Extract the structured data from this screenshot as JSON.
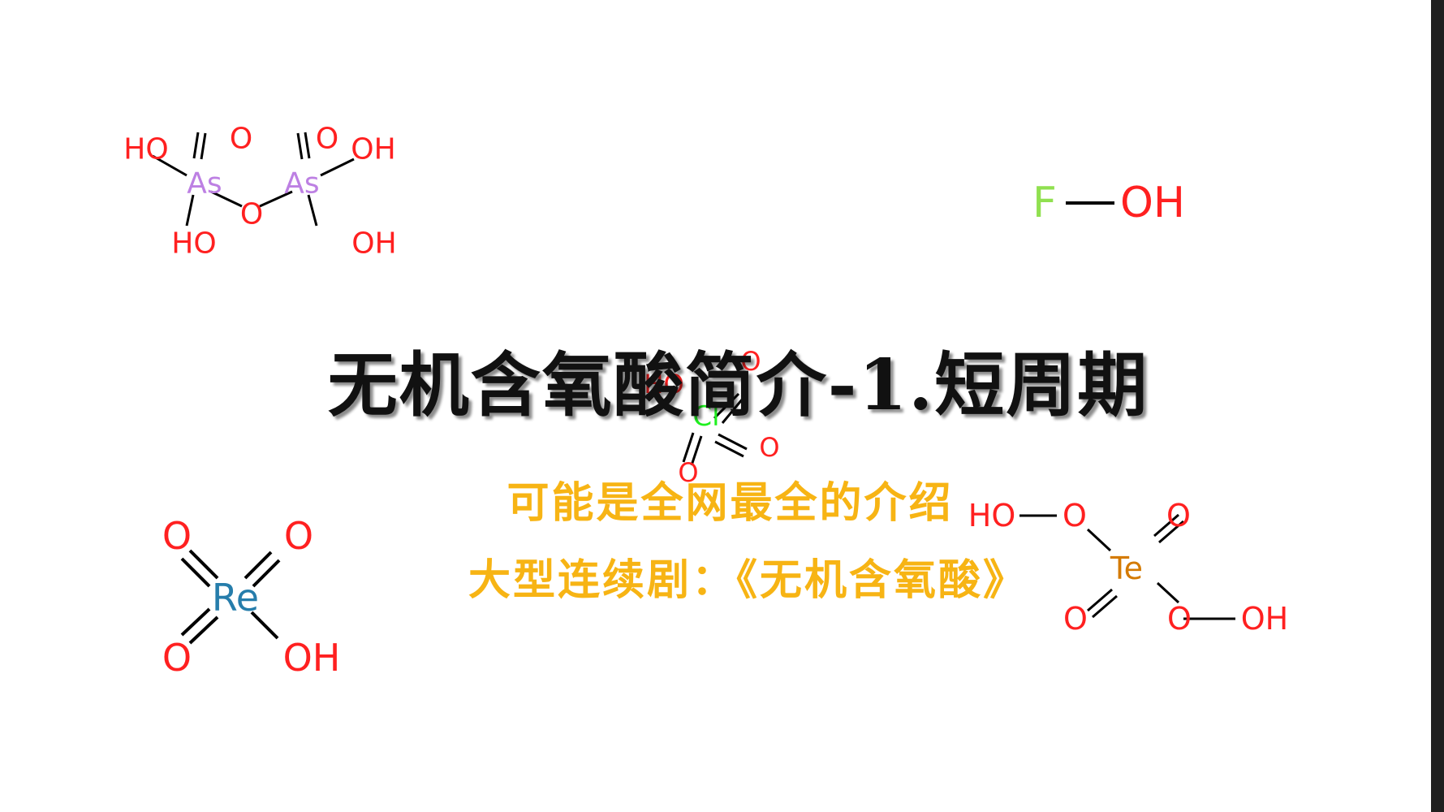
{
  "title": "无机含氧酸简介-1.短周期",
  "subtitle_1": "可能是全网最全的介绍",
  "subtitle_2": "大型连续剧：《无机含氧酸》",
  "molecules": {
    "pyroarsenic": {
      "atoms": {
        "o_top_left": "O",
        "o_top_right": "O",
        "ho_upper_left": "HO",
        "oh_upper_right": "OH",
        "as_left": "As",
        "as_right": "As",
        "o_bridge": "O",
        "ho_lower_left": "HO",
        "oh_lower_right": "OH"
      }
    },
    "hypofluorous": {
      "atoms": {
        "f": "F",
        "oh": "OH"
      }
    },
    "perchloric": {
      "atoms": {
        "h_left": "HO",
        "o_top": "O",
        "cl": "Cl",
        "o_right": "O",
        "o_bottom": "O"
      }
    },
    "perrhenic": {
      "atoms": {
        "o_top_left": "O",
        "o_top_right": "O",
        "re": "Re",
        "o_bottom_left": "O",
        "oh": "OH"
      }
    },
    "peroxytelluric": {
      "atoms": {
        "ho_left": "HO",
        "o_left": "O",
        "o_top_right": "O",
        "te": "Te",
        "o_bottom_left": "O",
        "o_bottom_right": "O",
        "oh_right": "OH"
      }
    }
  },
  "colors": {
    "oxygen": "#ff2020",
    "arsenic": "#bd80e3",
    "fluorine": "#90e050",
    "chlorine": "#1ff01f",
    "rhenium": "#267dab",
    "tellurium": "#d47a00",
    "title": "#111111",
    "subtitle": "#f7b414",
    "bond": "#000000"
  }
}
